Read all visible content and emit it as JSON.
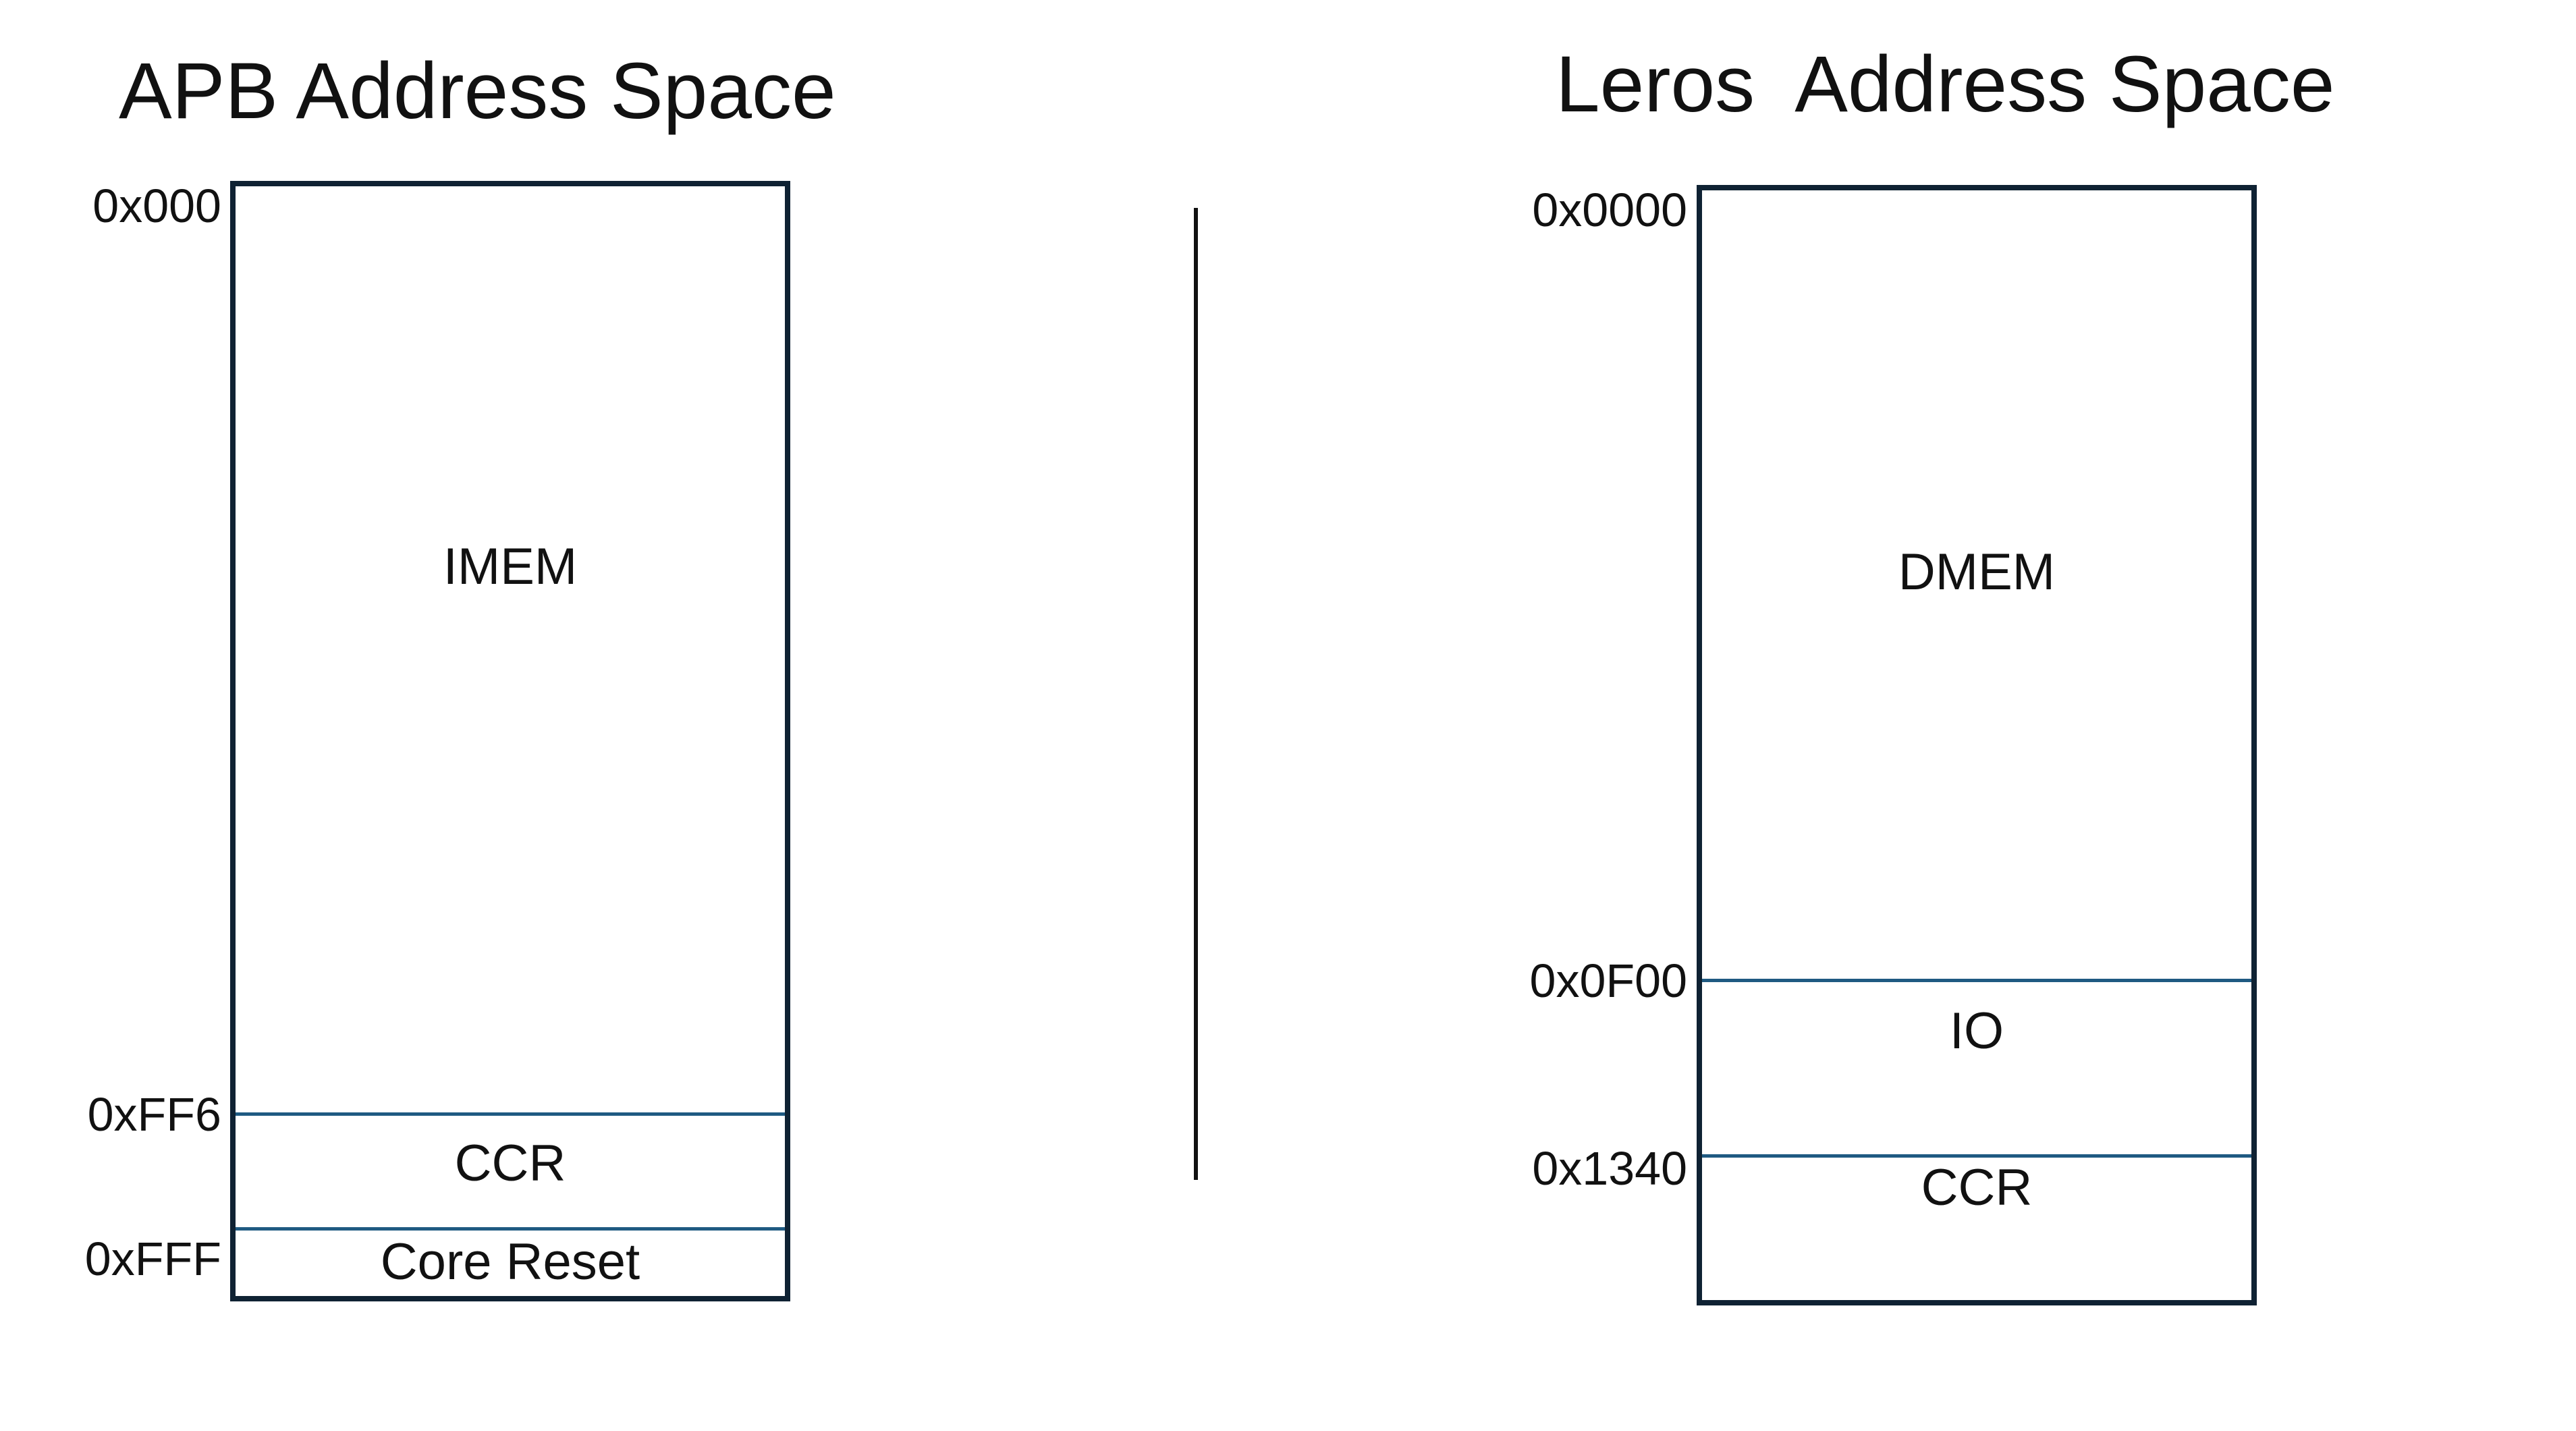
{
  "left": {
    "title": "APB Address Space",
    "addresses": {
      "start": "0x000",
      "ccr": "0xFF6",
      "core_reset": "0xFFF"
    },
    "regions": {
      "imem": "IMEM",
      "ccr": "CCR",
      "core_reset": "Core Reset"
    }
  },
  "right": {
    "title": "Leros  Address Space",
    "addresses": {
      "start": "0x0000",
      "io": "0x0F00",
      "ccr": "0x1340"
    },
    "regions": {
      "dmem": "DMEM",
      "io": "IO",
      "ccr": "CCR"
    }
  },
  "colors": {
    "box_border": "#0f2233",
    "region_divider": "#1f5a82",
    "separator": "#111111"
  }
}
